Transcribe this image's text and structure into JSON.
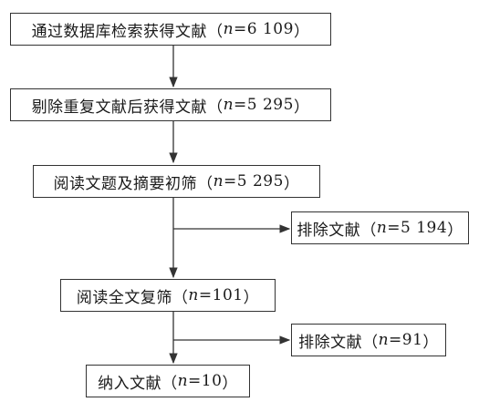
{
  "flow": {
    "step1": {
      "label": "通过数据库检索获得文献",
      "count": "6 109"
    },
    "step2": {
      "label": "剔除重复文献后获得文献",
      "count": "5 295"
    },
    "step3": {
      "label": "阅读文题及摘要初筛",
      "count": "5 295"
    },
    "exclude1": {
      "label": "排除文献",
      "count": "5 194"
    },
    "step4": {
      "label": "阅读全文复筛",
      "count": "101"
    },
    "exclude2": {
      "label": "排除文献",
      "count": "91"
    },
    "step5": {
      "label": "纳入文献",
      "count": "10"
    }
  },
  "notation": {
    "n": "n",
    "eq": "=",
    "open": "（",
    "close": "）"
  },
  "colors": {
    "border": "#333333",
    "arrow": "#333333",
    "text": "#1a1a1a"
  }
}
